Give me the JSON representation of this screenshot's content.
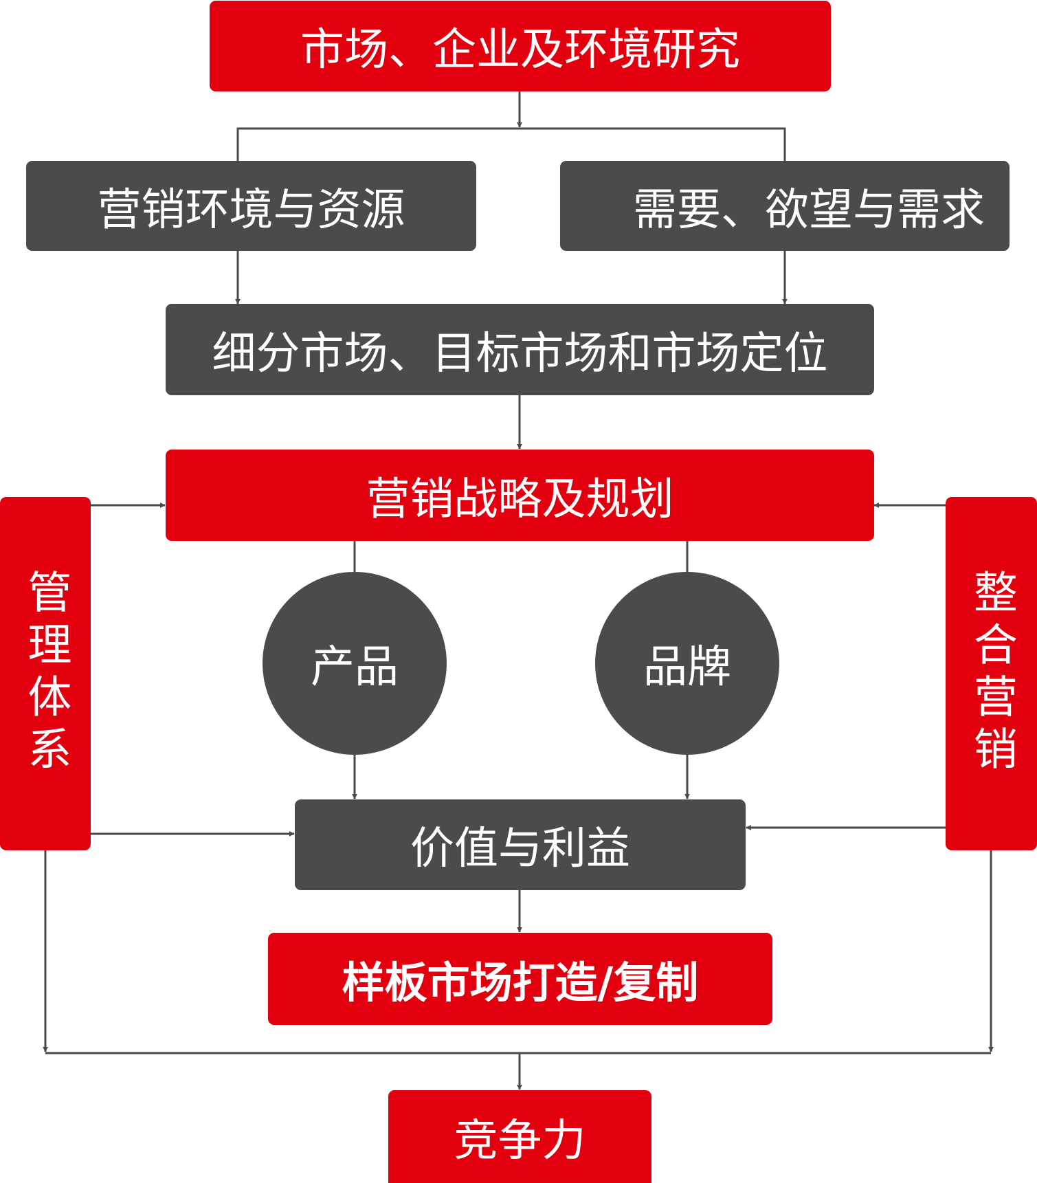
{
  "nodes": {
    "research": "市场、企业及环境研究",
    "environment": "营销环境与资源",
    "needs": "需要、欲望与需求",
    "segmentation": "细分市场、目标市场和市场定位",
    "strategy": "营销战略及规划",
    "product": "产品",
    "brand": "品牌",
    "value": "价值与利益",
    "model_market": "样板市场打造/复制",
    "competitiveness": "竞争力",
    "management": "管理体系",
    "integrated": "整合营销"
  },
  "colors": {
    "red": "#e2000f",
    "gray": "#4b4b4b",
    "connector": "#4a4a4a"
  }
}
